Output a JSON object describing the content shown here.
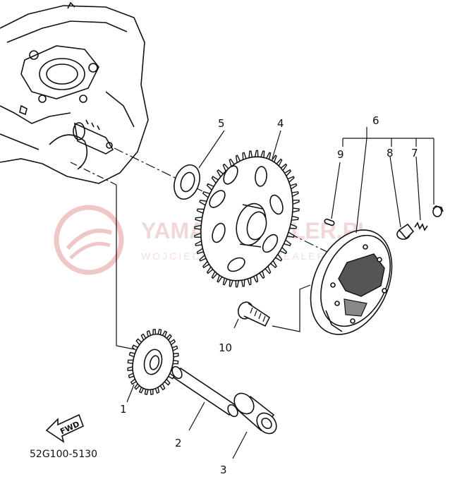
{
  "diagram": {
    "part_code": "52G100-5130",
    "fwd_label": "FWD",
    "watermark": {
      "text": "YAMAHA DEALER.PL",
      "subtext": "WOJCIECH KORZEC DEALER YAMAHA",
      "color": "#e39a9a"
    },
    "callouts": [
      "1",
      "2",
      "3",
      "4",
      "5",
      "6",
      "7",
      "8",
      "9",
      "10"
    ]
  }
}
